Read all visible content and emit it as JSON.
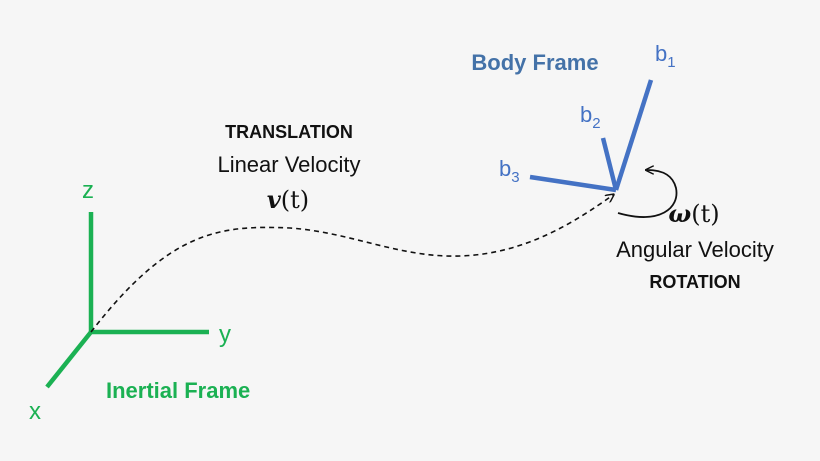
{
  "colors": {
    "background": "#f6f6f6",
    "inertial": "#1bb153",
    "body": "#4472c4",
    "body_title": "#4472a8",
    "text": "#111111"
  },
  "inertial_frame": {
    "title": "Inertial Frame",
    "axis_x": "x",
    "axis_y": "y",
    "axis_z": "z"
  },
  "body_frame": {
    "title": "Body Frame",
    "axis_b1": {
      "letter": "b",
      "sub": "1"
    },
    "axis_b2": {
      "letter": "b",
      "sub": "2"
    },
    "axis_b3": {
      "letter": "b",
      "sub": "3"
    }
  },
  "translation": {
    "heading": "TRANSLATION",
    "label": "Linear Velocity",
    "symbol": "v",
    "arg": "(t)"
  },
  "rotation": {
    "heading": "ROTATION",
    "label": "Angular Velocity",
    "symbol": "ω",
    "arg": "(t)"
  }
}
